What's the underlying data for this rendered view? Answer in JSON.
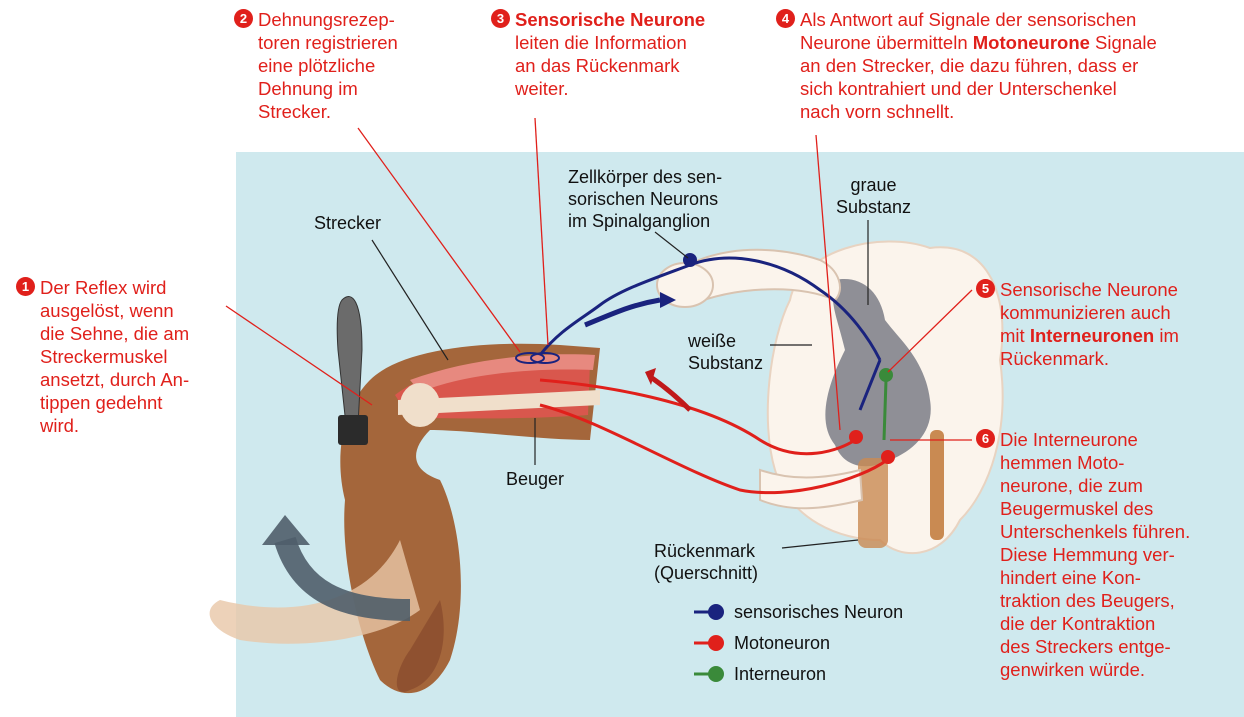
{
  "steps": [
    {
      "num": "1",
      "lines": [
        "Der Reflex wird",
        "ausgelöst, wenn",
        "die Sehne, die am",
        "Streckermuskel",
        "ansetzt, durch An-",
        "tippen gedehnt",
        "wird."
      ]
    },
    {
      "num": "2",
      "lines": [
        "Dehnungsrezep-",
        "toren registrieren",
        "eine plötzliche",
        "Dehnung im",
        "Strecker."
      ]
    },
    {
      "num": "3",
      "bold": "Sensorische Neurone",
      "lines": [
        "leiten die Information",
        "an das Rückenmark",
        "weiter."
      ]
    },
    {
      "num": "4",
      "lines": [
        "Als Antwort auf Signale der sensorischen"
      ],
      "line2_pre": "Neurone übermitteln ",
      "line2_bold": "Motoneurone",
      "line2_post": " Signale",
      "lines_rest": [
        "an den Strecker, die dazu führen, dass er",
        "sich kontrahiert und der Unterschenkel",
        "nach vorn schnellt."
      ]
    },
    {
      "num": "5",
      "lines": [
        "Sensorische Neurone",
        "kommunizieren auch"
      ],
      "line3_pre": "mit ",
      "line3_bold": "Interneuronen",
      "line3_post": " im",
      "lines_rest": [
        "Rückenmark."
      ]
    },
    {
      "num": "6",
      "lines": [
        "Die Interneurone",
        "hemmen Moto-",
        "neurone, die zum",
        "Beugermuskel des",
        "Unterschenkels führen.",
        "Diese Hemmung ver-",
        "hindert eine Kon-",
        "traktion des Beugers,",
        "die der Kontraktion",
        "des Streckers entge-",
        "genwirken würde."
      ]
    }
  ],
  "labels": {
    "zellkoerper": [
      "Zellkörper des sen-",
      "sorischen Neurons",
      "im Spinalganglion"
    ],
    "graue": [
      "graue",
      "Substanz"
    ],
    "strecker": "Strecker",
    "weisse": [
      "weiße",
      "Substanz"
    ],
    "beuger": "Beuger",
    "rueckenmark": [
      "Rückenmark",
      "(Querschnitt)"
    ]
  },
  "legend": [
    {
      "label": "sensorisches Neuron",
      "color": "#1a237e"
    },
    {
      "label": "Motoneuron",
      "color": "#e0201b"
    },
    {
      "label": "Interneuron",
      "color": "#3a8a3a"
    }
  ],
  "colors": {
    "accent": "#e0201b",
    "background": "#cfe9ee",
    "sensory": "#1a237e",
    "motor": "#e0201b",
    "inter": "#3a8a3a"
  }
}
